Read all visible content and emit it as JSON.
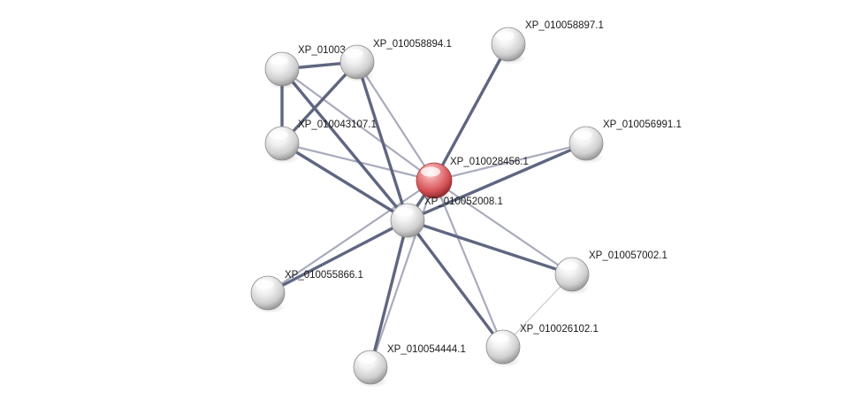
{
  "network": {
    "colors": {
      "edge_dark": "#5f6680",
      "edge_light": "#a9abbe",
      "edge_faint": "#c9c9c9",
      "node_default": "#e4e4e4",
      "node_query": "#d9575c",
      "label": "#1a1a1a"
    },
    "nodes": [
      {
        "id": "n1",
        "label": "XP_010028456.1",
        "query": true
      },
      {
        "id": "n2",
        "label": "XP_010052008.1"
      },
      {
        "id": "n3",
        "label": "XP_010058897.1"
      },
      {
        "id": "n4",
        "label": "XP_010056991.1"
      },
      {
        "id": "n5",
        "label": "XP_010058894.1"
      },
      {
        "id": "n6",
        "label": "XP_01003"
      },
      {
        "id": "n7",
        "label": "XP_010043107.1"
      },
      {
        "id": "n8",
        "label": "XP_010057002.1"
      },
      {
        "id": "n9",
        "label": "XP_010026102.1"
      },
      {
        "id": "n10",
        "label": "XP_010055866.1"
      },
      {
        "id": "n11",
        "label": "XP_010054444.1"
      }
    ],
    "edges": [
      {
        "source": "n1",
        "target": "n3",
        "strength": "dark"
      },
      {
        "source": "n1",
        "target": "n4",
        "strength": "light"
      },
      {
        "source": "n1",
        "target": "n5",
        "strength": "light"
      },
      {
        "source": "n1",
        "target": "n6",
        "strength": "light"
      },
      {
        "source": "n1",
        "target": "n7",
        "strength": "light"
      },
      {
        "source": "n1",
        "target": "n8",
        "strength": "light"
      },
      {
        "source": "n1",
        "target": "n9",
        "strength": "light"
      },
      {
        "source": "n1",
        "target": "n10",
        "strength": "light"
      },
      {
        "source": "n1",
        "target": "n11",
        "strength": "light"
      },
      {
        "source": "n1",
        "target": "n2",
        "strength": "dark"
      },
      {
        "source": "n2",
        "target": "n4",
        "strength": "dark"
      },
      {
        "source": "n2",
        "target": "n5",
        "strength": "dark"
      },
      {
        "source": "n2",
        "target": "n6",
        "strength": "dark"
      },
      {
        "source": "n2",
        "target": "n7",
        "strength": "dark"
      },
      {
        "source": "n2",
        "target": "n8",
        "strength": "dark"
      },
      {
        "source": "n2",
        "target": "n9",
        "strength": "dark"
      },
      {
        "source": "n2",
        "target": "n10",
        "strength": "dark"
      },
      {
        "source": "n2",
        "target": "n11",
        "strength": "dark"
      },
      {
        "source": "n5",
        "target": "n6",
        "strength": "dark"
      },
      {
        "source": "n5",
        "target": "n7",
        "strength": "dark"
      },
      {
        "source": "n6",
        "target": "n7",
        "strength": "dark"
      },
      {
        "source": "n8",
        "target": "n9",
        "strength": "faint"
      }
    ]
  }
}
